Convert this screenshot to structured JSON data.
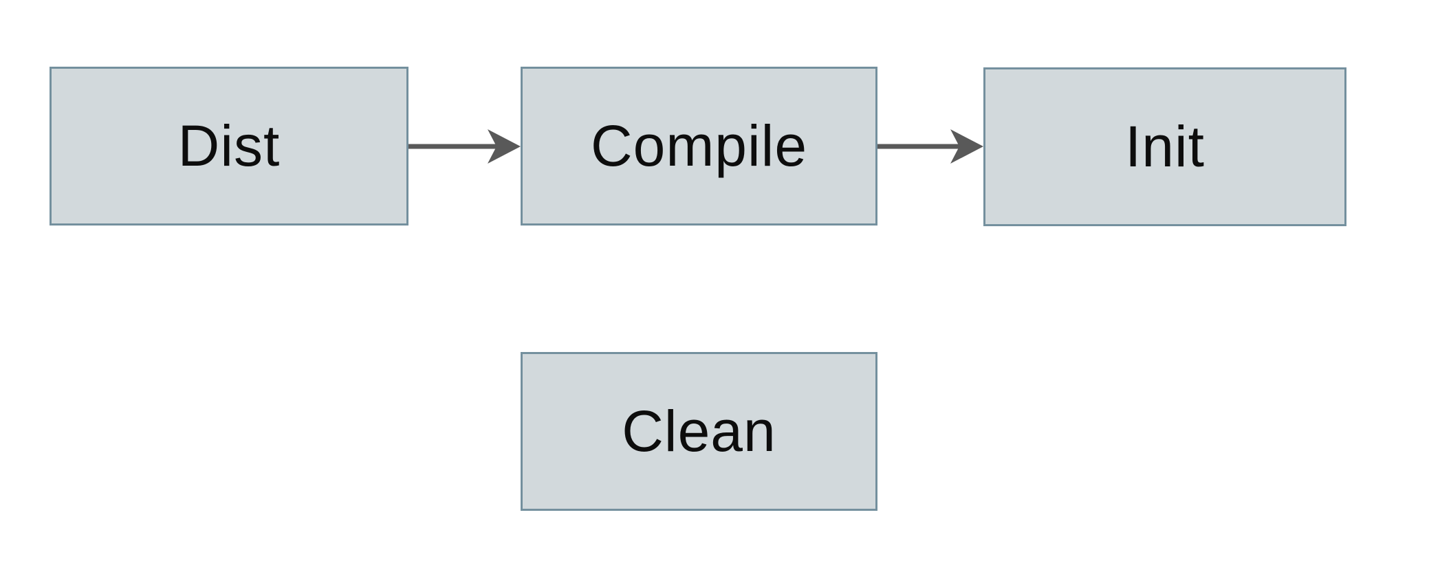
{
  "diagram": {
    "title": "build-targets-flow",
    "colors": {
      "canvas-bg": "#ffffff",
      "node-fill": "#d2d9dc",
      "node-border": "#74909e",
      "arrow-color": "#595959",
      "text-color": "#0d0d0d"
    },
    "nodes": [
      {
        "id": "dist",
        "label": "Dist"
      },
      {
        "id": "compile",
        "label": "Compile"
      },
      {
        "id": "init",
        "label": "Init"
      },
      {
        "id": "clean",
        "label": "Clean"
      }
    ],
    "edges": [
      {
        "from": "dist",
        "to": "compile",
        "direction": "right"
      },
      {
        "from": "compile",
        "to": "init",
        "direction": "right"
      }
    ]
  }
}
